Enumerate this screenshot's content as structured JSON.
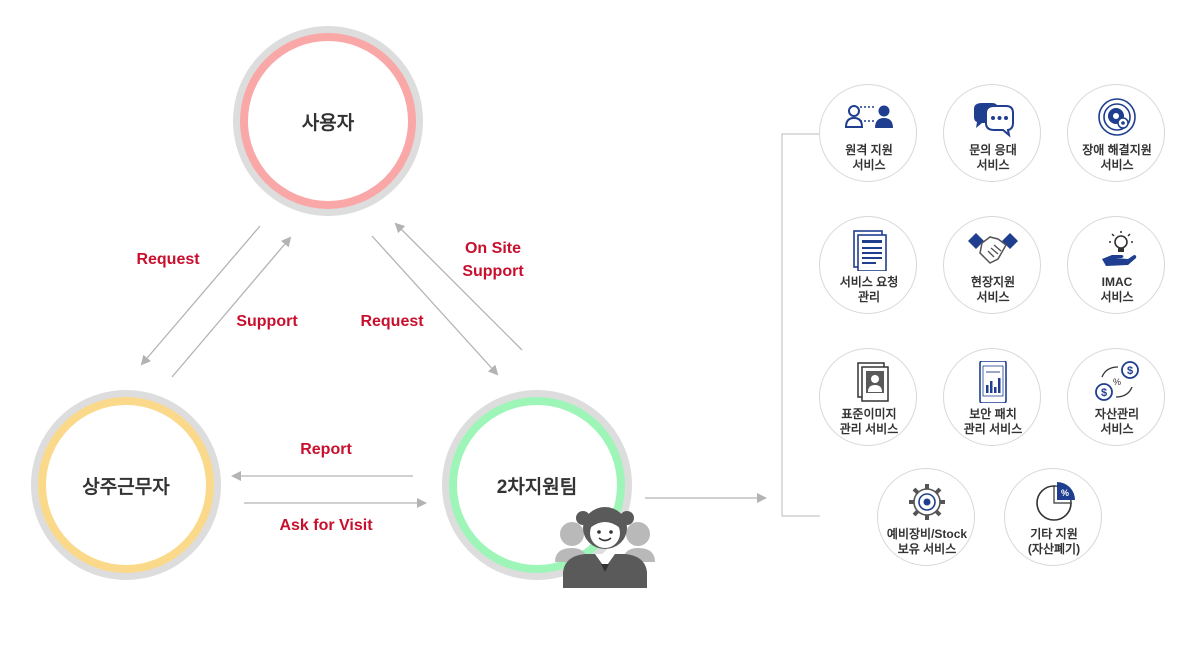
{
  "nodes": {
    "user": "사용자",
    "onsite": "상주근무자",
    "team": "2차지원팀"
  },
  "flows": {
    "request_left": "Request",
    "support_left": "Support",
    "request_right": "Request",
    "onsite_support": "On Site\nSupport",
    "report": "Report",
    "ask_for_visit": "Ask for Visit"
  },
  "services": [
    {
      "label": "원격 지원\n서비스",
      "icon": "remote-users-icon"
    },
    {
      "label": "문의 응대\n서비스",
      "icon": "chat-bubbles-icon"
    },
    {
      "label": "장애 해결지원\n서비스",
      "icon": "gear-target-icon"
    },
    {
      "label": "서비스 요청\n관리",
      "icon": "document-icon"
    },
    {
      "label": "현장지원\n서비스",
      "icon": "handshake-icon"
    },
    {
      "label": "IMAC\n서비스",
      "icon": "lightbulb-hand-icon"
    },
    {
      "label": "표준이미지\n관리 서비스",
      "icon": "profile-image-icon"
    },
    {
      "label": "보안 패치\n관리 서비스",
      "icon": "tablet-chart-icon"
    },
    {
      "label": "자산관리\n서비스",
      "icon": "currency-exchange-icon"
    },
    {
      "label": "예비장비/Stock\n보유 서비스",
      "icon": "gear-icon"
    },
    {
      "label": "기타 지원\n(자산폐기)",
      "icon": "pie-percent-icon"
    }
  ],
  "colors": {
    "user_ring": "#f9a7a7",
    "onsite_ring": "#fbd98a",
    "team_ring": "#9ef5b8",
    "label_red": "#c8102e",
    "icon_blue": "#1f3e8f",
    "arrow_gray": "#aaaaaa"
  }
}
